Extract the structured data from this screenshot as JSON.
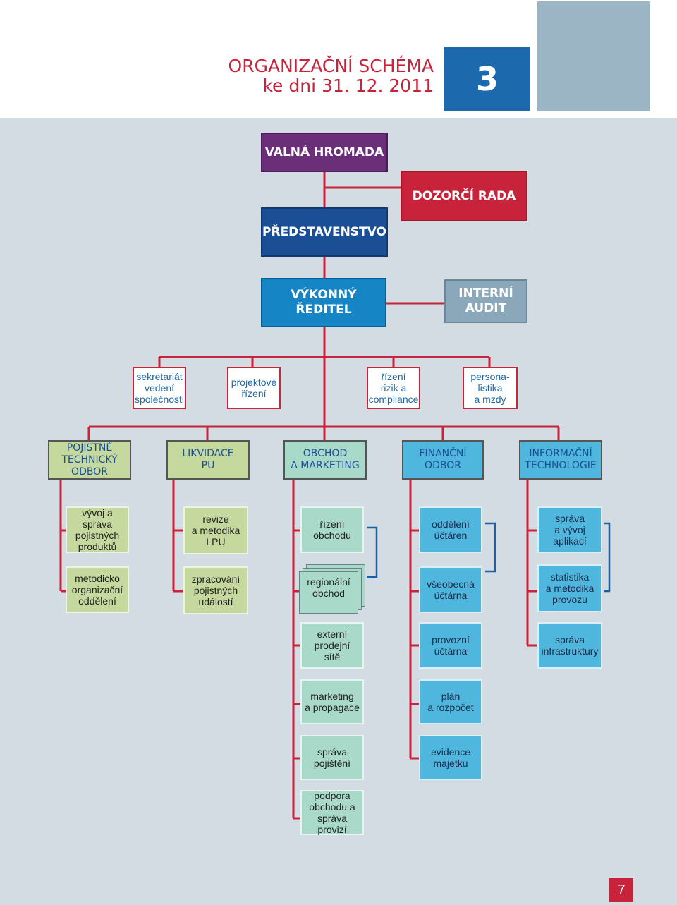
{
  "header": {
    "title_line1": "ORGANIZAČNÍ SCHÉMA",
    "title_line2": "ke dni 31. 12. 2011",
    "chapter_number": "3"
  },
  "governance": {
    "valna_hromada": "VALNÁ HROMADA",
    "dozorci_rada": "DOZORČÍ RADA",
    "predstavenstvo": "PŘEDSTAVENSTVO",
    "vykonny_reditel_1": "VÝKONNÝ",
    "vykonny_reditel_2": "ŘEDITEL",
    "interni_audit_1": "INTERNÍ",
    "interni_audit_2": "AUDIT"
  },
  "staff_units": [
    {
      "line1": "sekretariát",
      "line2": "vedení",
      "line3": "společnosti"
    },
    {
      "line1": "projektové",
      "line2": "řízení"
    },
    {
      "line1": "řízení",
      "line2": "rizik a",
      "line3": "compliance"
    },
    {
      "line1": "persona-",
      "line2": "listika",
      "line3": "a mzdy"
    }
  ],
  "departments": [
    {
      "line1": "POJISTNĚ",
      "line2": "TECHNICKÝ",
      "line3": "ODBOR",
      "units": [
        {
          "line1": "vývoj a správa",
          "line2": "pojistných",
          "line3": "produktů"
        },
        {
          "line1": "metodicko",
          "line2": "organizační",
          "line3": "oddělení"
        }
      ]
    },
    {
      "line1": "LIKVIDACE",
      "line2": "PU",
      "units": [
        {
          "line1": "revize",
          "line2": "a metodika",
          "line3": "LPU"
        },
        {
          "line1": "zpracování",
          "line2": "pojistných",
          "line3": "událostí"
        }
      ]
    },
    {
      "line1": "OBCHOD",
      "line2": "A MARKETING",
      "units": [
        {
          "line1": "řízení",
          "line2": "obchodu"
        },
        {
          "line1": "regionální",
          "line2": "obchod"
        },
        {
          "line1": "externí",
          "line2": "prodejní",
          "line3": "sítě"
        },
        {
          "line1": "marketing",
          "line2": "a propagace"
        },
        {
          "line1": "správa",
          "line2": "pojištění"
        },
        {
          "line1": "podpora",
          "line2": "obchodu a",
          "line3": "správa provizí"
        }
      ]
    },
    {
      "line1": "FINANČNÍ",
      "line2": "ODBOR",
      "units": [
        {
          "line1": "oddělení",
          "line2": "účtáren"
        },
        {
          "line1": "všeobecná",
          "line2": "účtárna"
        },
        {
          "line1": "provozní",
          "line2": "účtárna"
        },
        {
          "line1": "plán",
          "line2": "a rozpočet"
        },
        {
          "line1": "evidence",
          "line2": "majetku"
        }
      ]
    },
    {
      "line1": "INFORMAČNÍ",
      "line2": "TECHNOLOGIE",
      "units": [
        {
          "line1": "správa",
          "line2": "a vývoj",
          "line3": "aplikací"
        },
        {
          "line1": "statistika",
          "line2": "a metodika",
          "line3": "provozu"
        },
        {
          "line1": "správa",
          "line2": "infrastruktury"
        }
      ]
    }
  ],
  "page_number": "7",
  "colors": {
    "red": "#c8233a",
    "purple": "#6b2f7a",
    "navy": "#1a4e95",
    "blue": "#1585c6",
    "grey": "#8ba8ba",
    "green": "#c5d99e",
    "teal": "#a8d9c9",
    "cyan": "#4fb7dd"
  }
}
